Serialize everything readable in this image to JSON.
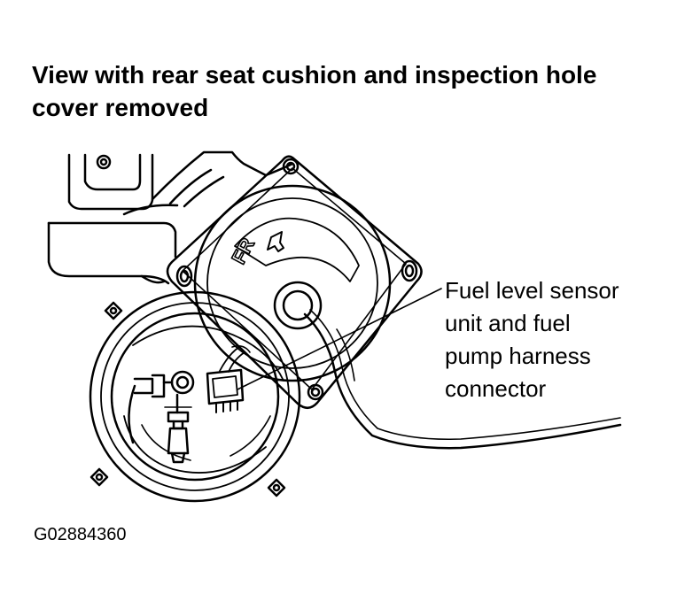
{
  "title": {
    "line1": "View with rear seat cushion and inspection hole",
    "line2": "cover removed"
  },
  "callout": {
    "line1": "Fuel level sensor",
    "line2": "unit and fuel",
    "line3": "pump harness",
    "line4": "connector"
  },
  "figure_id": "G02884360",
  "plate_marking": "FR"
}
